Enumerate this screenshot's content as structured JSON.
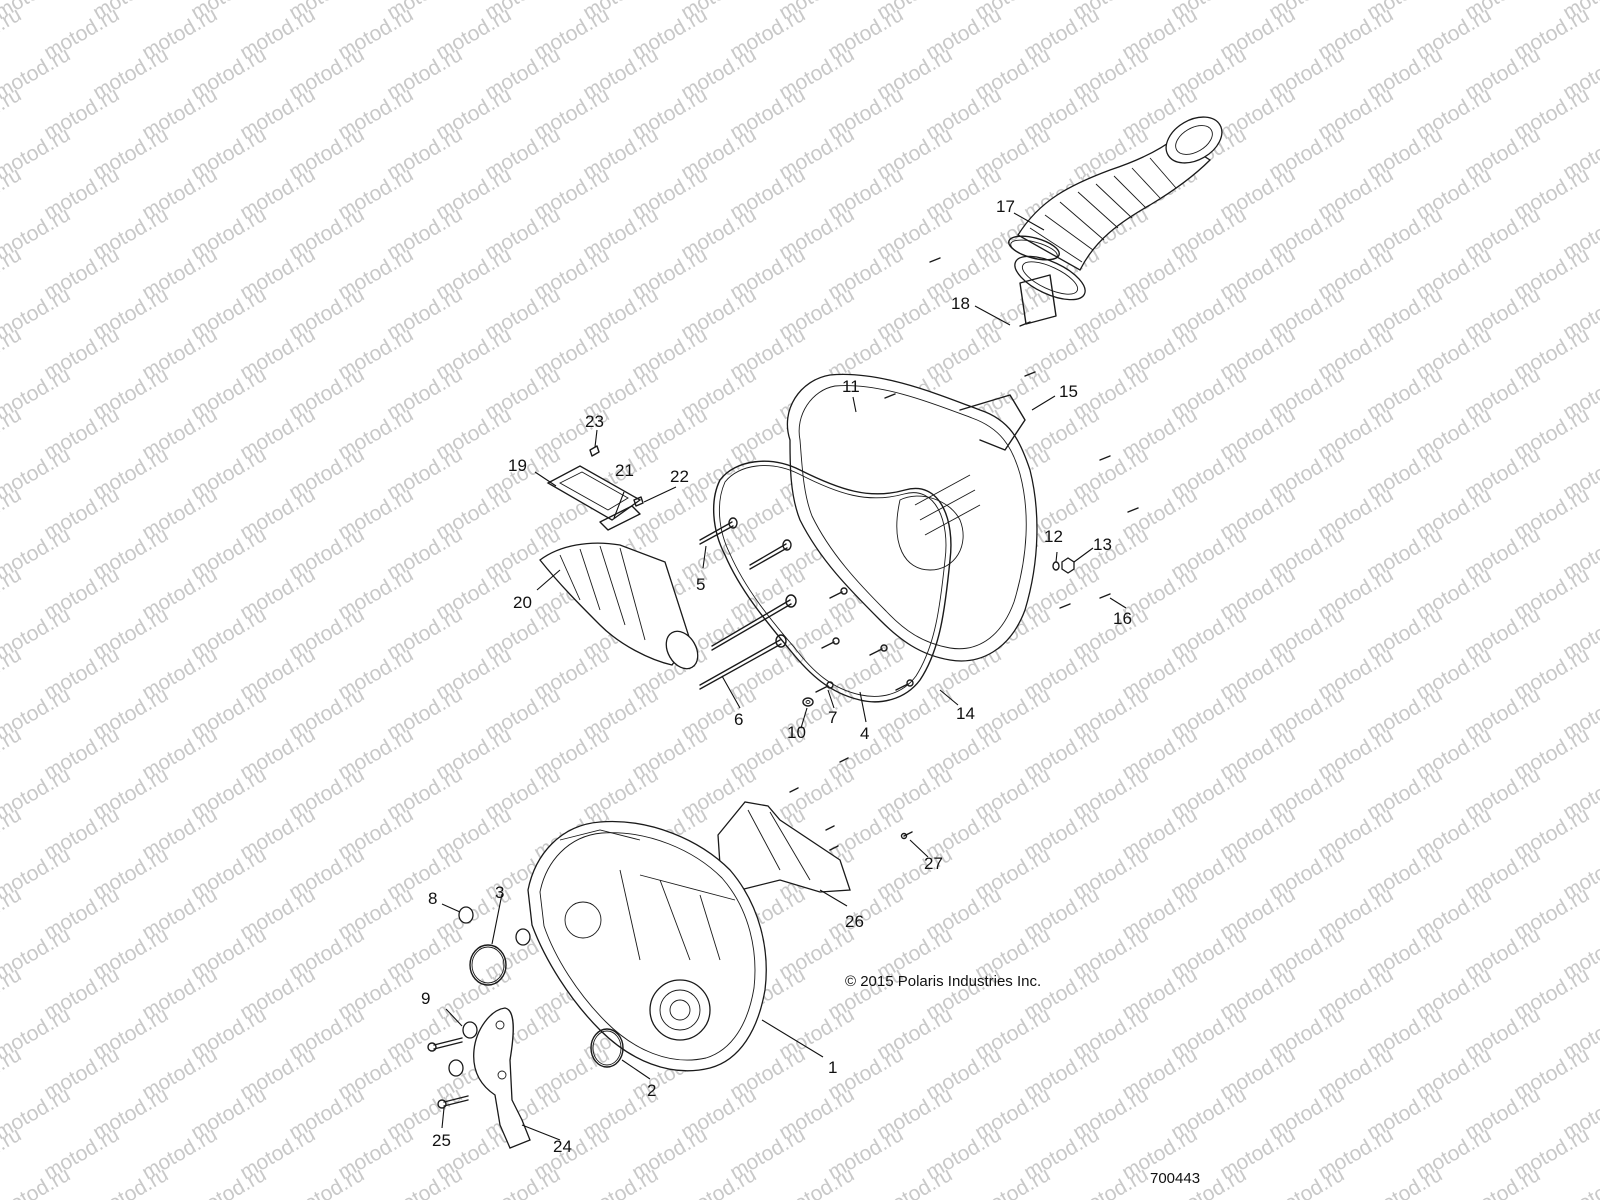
{
  "watermark_text": "motod.ru",
  "copyright": "© 2015 Polaris Industries Inc.",
  "drawing_number": "700443",
  "callouts": [
    {
      "id": "17",
      "label": "17"
    },
    {
      "id": "18",
      "label": "18"
    },
    {
      "id": "11",
      "label": "11"
    },
    {
      "id": "15",
      "label": "15"
    },
    {
      "id": "23",
      "label": "23"
    },
    {
      "id": "19",
      "label": "19"
    },
    {
      "id": "21",
      "label": "21"
    },
    {
      "id": "22",
      "label": "22"
    },
    {
      "id": "12",
      "label": "12"
    },
    {
      "id": "13",
      "label": "13"
    },
    {
      "id": "5",
      "label": "5"
    },
    {
      "id": "20",
      "label": "20"
    },
    {
      "id": "16",
      "label": "16"
    },
    {
      "id": "6",
      "label": "6"
    },
    {
      "id": "10",
      "label": "10"
    },
    {
      "id": "7",
      "label": "7"
    },
    {
      "id": "4",
      "label": "4"
    },
    {
      "id": "14",
      "label": "14"
    },
    {
      "id": "27",
      "label": "27"
    },
    {
      "id": "8",
      "label": "8"
    },
    {
      "id": "3",
      "label": "3"
    },
    {
      "id": "26",
      "label": "26"
    },
    {
      "id": "9",
      "label": "9"
    },
    {
      "id": "1",
      "label": "1"
    },
    {
      "id": "2",
      "label": "2"
    },
    {
      "id": "25",
      "label": "25"
    },
    {
      "id": "24",
      "label": "24"
    }
  ]
}
